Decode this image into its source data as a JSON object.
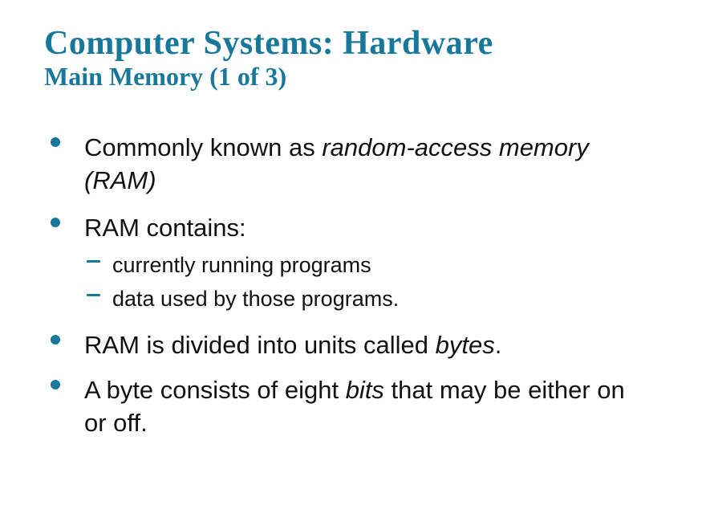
{
  "slide": {
    "title": "Computer Systems: Hardware",
    "subtitle": "Main Memory (1 of 3)",
    "colors": {
      "accent": "#17789c",
      "text": "#121212",
      "background": "#ffffff"
    },
    "bullets": [
      {
        "level": 1,
        "segments": [
          {
            "text": "Commonly known as "
          },
          {
            "text": "random-access memory (RAM)",
            "italic": true
          }
        ]
      },
      {
        "level": 1,
        "segments": [
          {
            "text": "RAM contains:"
          }
        ]
      },
      {
        "level": 2,
        "segments": [
          {
            "text": "currently running programs"
          }
        ]
      },
      {
        "level": 2,
        "segments": [
          {
            "text": "data used by those programs."
          }
        ]
      },
      {
        "level": 1,
        "segments": [
          {
            "text": "RAM is divided into units called "
          },
          {
            "text": "bytes",
            "italic": true
          },
          {
            "text": "."
          }
        ]
      },
      {
        "level": 1,
        "segments": [
          {
            "text": "A byte consists of eight "
          },
          {
            "text": "bits",
            "italic": true
          },
          {
            "text": " that may be either on or off."
          }
        ]
      }
    ]
  }
}
